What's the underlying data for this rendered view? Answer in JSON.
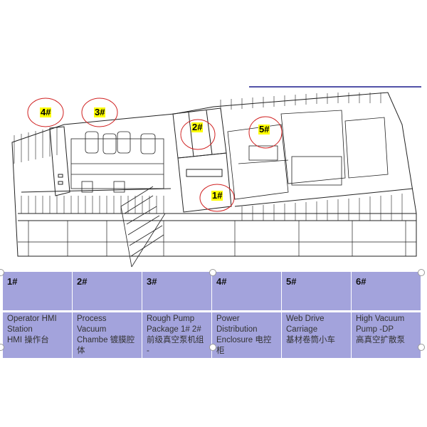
{
  "callouts": {
    "c1": "1#",
    "c2": "2#",
    "c3": "3#",
    "c4": "4#",
    "c5": "5#"
  },
  "legend": [
    {
      "id": "1#",
      "desc_en": "Operator HMI Station",
      "desc_cn": "HMI 操作台"
    },
    {
      "id": "2#",
      "desc_en": "Process Vacuum Chambe",
      "desc_cn": "镀膜腔体"
    },
    {
      "id": "3#",
      "desc_en": "Rough Pump Package 1# 2#",
      "desc_cn": "前级真空泵机组 -"
    },
    {
      "id": "4#",
      "desc_en": "Power Distribution Enclosure",
      "desc_cn": "电控柜"
    },
    {
      "id": "5#",
      "desc_en": "Web Drive Carriage",
      "desc_cn": "基材卷筒小车"
    },
    {
      "id": "6#",
      "desc_en": "High Vacuum Pump -DP",
      "desc_cn": "高真空扩散泵"
    }
  ],
  "colors": {
    "table_bg": "#a3a3dc",
    "highlight": "#ffff00",
    "callout_circle": "#d02020",
    "rule_line": "#1a1a8c"
  }
}
